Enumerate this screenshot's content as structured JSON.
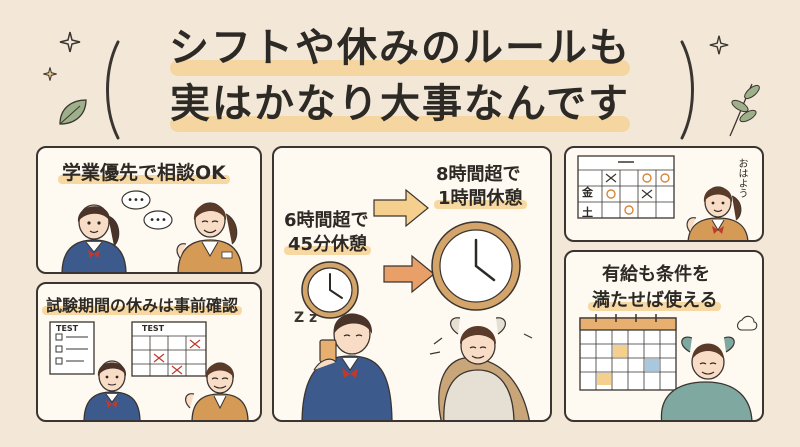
{
  "title": {
    "line1": "シフトや休みのルールも",
    "line2": "実はかなり大事なんです"
  },
  "panel_study": {
    "caption": "学業優先で相談OK"
  },
  "panel_exam": {
    "caption": "試験期間の休みは事前確認",
    "paper_label": "TEST",
    "board_label": "TEST"
  },
  "panel_break": {
    "rule1_line1": "6時間超で",
    "rule1_line2": "45分休憩",
    "rule2_line1": "8時間超で",
    "rule2_line2": "1時間休憩",
    "sleep_mark": "Z z"
  },
  "panel_shift": {
    "row1_label": "金",
    "row2_label": "土",
    "greeting": "おはよう"
  },
  "panel_leave": {
    "line1": "有給も条件を",
    "line2": "満たせば使える"
  },
  "colors": {
    "background": "#f3e8d8",
    "panel": "#fffaf1",
    "highlight": "#f5cf8e",
    "ink": "#2d2a26",
    "arrow": "#e8b070",
    "uniform_blue": "#3d5a8c",
    "ribbon_red": "#c0392b"
  }
}
